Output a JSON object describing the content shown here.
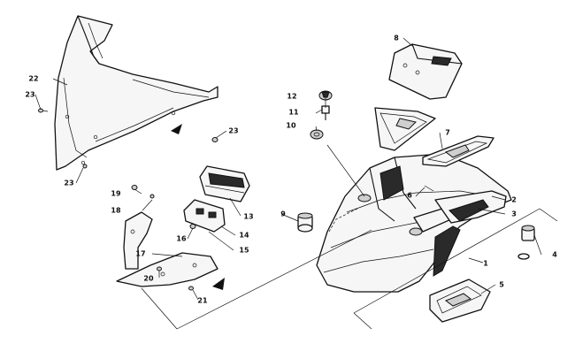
{
  "callouts": [
    {
      "id": "c1",
      "text": "1"
    },
    {
      "id": "c2",
      "text": "2"
    },
    {
      "id": "c3",
      "text": "3"
    },
    {
      "id": "c4",
      "text": "4"
    },
    {
      "id": "c5",
      "text": "5"
    },
    {
      "id": "c6",
      "text": "6"
    },
    {
      "id": "c7",
      "text": "7"
    },
    {
      "id": "c8",
      "text": "8"
    },
    {
      "id": "c9",
      "text": "9"
    },
    {
      "id": "c10",
      "text": "10"
    },
    {
      "id": "c11",
      "text": "11"
    },
    {
      "id": "c12",
      "text": "12"
    },
    {
      "id": "c13",
      "text": "13"
    },
    {
      "id": "c14",
      "text": "14"
    },
    {
      "id": "c15",
      "text": "15"
    },
    {
      "id": "c16",
      "text": "16"
    },
    {
      "id": "c17",
      "text": "17"
    },
    {
      "id": "c18",
      "text": "18"
    },
    {
      "id": "c19",
      "text": "19"
    },
    {
      "id": "c20",
      "text": "20"
    },
    {
      "id": "c21",
      "text": "21"
    },
    {
      "id": "c22",
      "text": "22"
    },
    {
      "id": "c23a",
      "text": "23"
    },
    {
      "id": "c23b",
      "text": "23"
    },
    {
      "id": "c23c",
      "text": "23"
    }
  ]
}
